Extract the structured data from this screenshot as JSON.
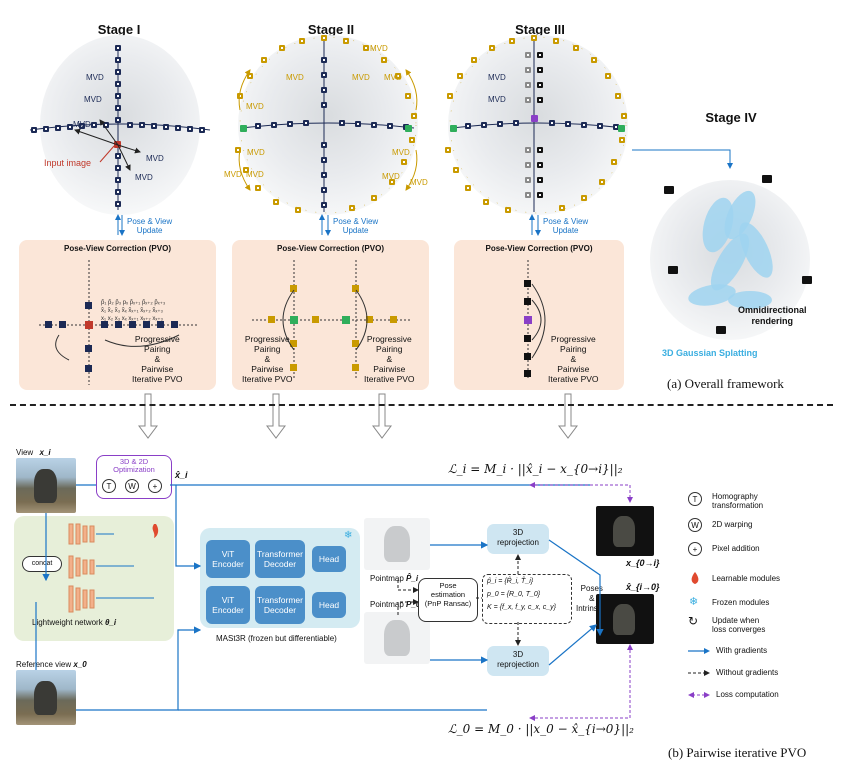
{
  "stages": {
    "s1": "Stage I",
    "s2": "Stage II",
    "s3": "Stage III",
    "s4": "Stage IV"
  },
  "top": {
    "mvd": "MVD",
    "input_image": "Input image",
    "pose_view_update": "Pose & View\nUpdate",
    "pvo_title": "Pose-View Correction (PVO)",
    "progressive": "Progressive\nPairing\n&\nPairwise\nIterative PVO",
    "omni": "Omnidirectional\nrendering",
    "gs": "3D Gaussian Splatting",
    "caption_a": "(a) Overall framework"
  },
  "bottom": {
    "view_xi": "View",
    "xi_sym": "x_i",
    "opt_title": "3D & 2D\nOptimization",
    "t": "T",
    "w": "W",
    "xhat_i": "x̂_i",
    "concat": "concat",
    "lightweight": "Lightweight network",
    "theta": "θ_i",
    "ref_view": "Reference view",
    "x0": "x_0",
    "vit": "ViT\nEncoder",
    "transformer": "Transformer\nDecoder",
    "head": "Head",
    "mast3r": "MASt3R (frozen but differentiable)",
    "pointmap_i": "Pointmap",
    "pi_sym": "P̂_i",
    "pointmap_0": "Pointmap",
    "p0_sym": "P_0",
    "pose_est": "Pose\nestimation\n(PnP Ransac)",
    "eq1": "p̂_i = {R̂_i, T̂_i}",
    "eq2": "p_0 = {R_0, T_0}",
    "eq3": "K = {f_x, f_y, c_x, c_y}",
    "reproj": "3D\nreprojection",
    "poses": "Poses\n&\nIntrinsics",
    "x0i": "x_{0→i}",
    "xhat_i0": "x̂_{i→0}",
    "loss_top": "ℒ_i = M_i · ||x̂_i − x_{0→i}||₂",
    "loss_bottom": "ℒ_0 = M_0 · ||x_0 − x̂_{i→0}||₂",
    "caption_b": "(b) Pairwise iterative PVO"
  },
  "legend": [
    {
      "icon": "T",
      "label": "Homography\ntransformation"
    },
    {
      "icon": "W",
      "label": "2D warping"
    },
    {
      "icon": "+",
      "label": "Pixel addition"
    },
    {
      "icon": "fire",
      "label": "Learnable modules"
    },
    {
      "icon": "snow",
      "label": "Frozen modules"
    },
    {
      "icon": "loop",
      "label": "Update when\nloss converges"
    },
    {
      "icon": "solid-arrow",
      "label": "With gradients"
    },
    {
      "icon": "dashed-arrow",
      "label": "Without gradients"
    },
    {
      "icon": "purple-arrow",
      "label": "Loss computation"
    }
  ],
  "colors": {
    "accent_blue": "#1a74c6",
    "gold": "#c99a00",
    "navy": "#1c2a55",
    "red": "#c0392b",
    "green": "#2fae5b",
    "purple": "#8a3fc7",
    "pvo_bg": "#fbe6d8",
    "net_bg": "#e7efd9",
    "mast3r_bg": "#d4ebf2"
  }
}
